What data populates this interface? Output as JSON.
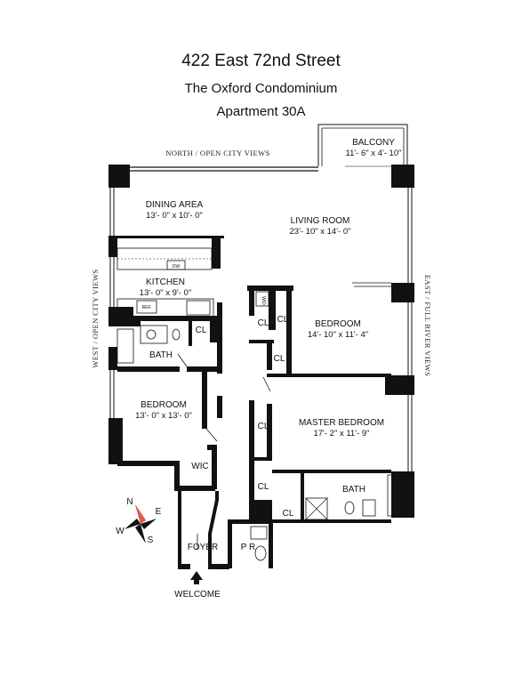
{
  "header": {
    "address": "422 East 72nd Street",
    "building": "The Oxford Condominium",
    "unit": "Apartment 30A"
  },
  "views": {
    "north": "NORTH / OPEN CITY VIEWS",
    "west": "WEST / OPEN CITY VIEWS",
    "east": "EAST / FULL RIVER VIEWS"
  },
  "rooms": {
    "balcony": {
      "name": "BALCONY",
      "dims": "11'- 6\" x 4'- 10\""
    },
    "dining": {
      "name": "DINING AREA",
      "dims": "13'- 0\" x 10'- 0\""
    },
    "living": {
      "name": "LIVING ROOM",
      "dims": "23'- 10\" x 14'- 0\""
    },
    "kitchen": {
      "name": "KITCHEN",
      "dims": "13'- 0\" x 9'- 0\""
    },
    "bedroom1": {
      "name": "BEDROOM",
      "dims": "14'- 10\" x 11'- 4\""
    },
    "bedroom2": {
      "name": "BEDROOM",
      "dims": "13'- 0\" x 13'- 0\""
    },
    "master": {
      "name": "MASTER BEDROOM",
      "dims": "17'- 2\" x 11'- 9\""
    },
    "bath1": {
      "name": "BATH"
    },
    "bath2": {
      "name": "BATH"
    },
    "wic": {
      "name": "WIC"
    },
    "foyer": {
      "name": "FOYER"
    },
    "pr": {
      "name": "P R"
    }
  },
  "closet_label": "CL",
  "fixtures": {
    "dw": "DW",
    "ref": "REF.",
    "wd": "W/D"
  },
  "entry": "WELCOME",
  "compass": {
    "n": "N",
    "e": "E",
    "s": "S",
    "w": "W"
  }
}
